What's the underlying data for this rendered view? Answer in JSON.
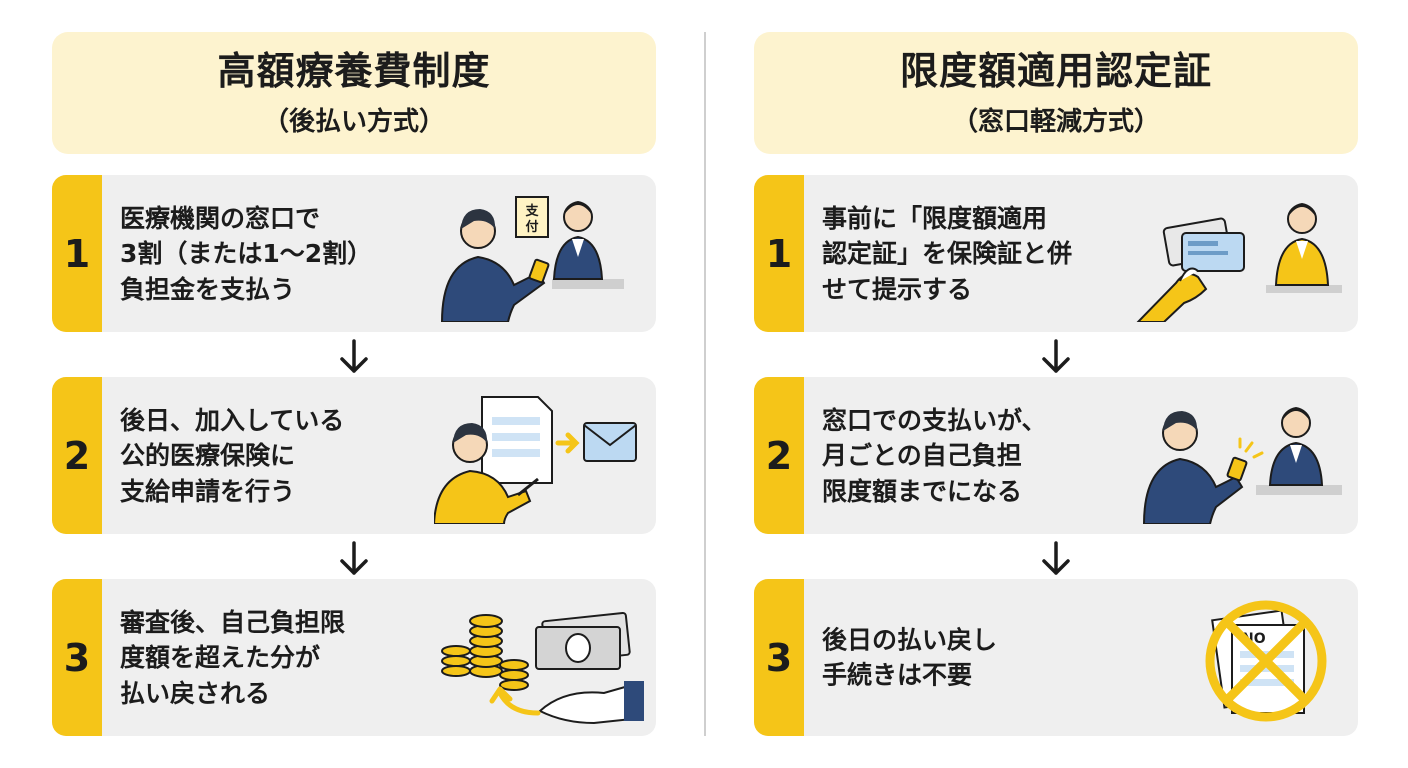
{
  "left": {
    "title": "高額療養費制度",
    "subtitle": "（後払い方式）",
    "steps": [
      {
        "number": "1",
        "lines": [
          "医療機関の窓口で",
          "3割（または1〜2割）",
          "負担金を支払う"
        ],
        "sign": "支付"
      },
      {
        "number": "2",
        "lines": [
          "後日、加入している",
          "公的医療保険に",
          "支給申請を行う"
        ]
      },
      {
        "number": "3",
        "lines": [
          "審査後、自己負担限",
          "度額を超えた分が",
          "払い戻される"
        ]
      }
    ]
  },
  "right": {
    "title": "限度額適用認定証",
    "subtitle": "（窓口軽減方式）",
    "steps": [
      {
        "number": "1",
        "lines": [
          "事前に「限度額適用",
          "認定証」を保険証と併",
          "せて提示する"
        ]
      },
      {
        "number": "2",
        "lines": [
          "窓口での支払いが、",
          "月ごとの自己負担",
          "限度額までになる"
        ]
      },
      {
        "number": "3",
        "lines": [
          "後日の払い戻し",
          "手続きは不要"
        ],
        "stamp": "NO"
      }
    ]
  },
  "colors": {
    "accent_yellow": "#f5c518",
    "header_bg": "#fdf3cf",
    "card_bg": "#efefef",
    "navy": "#2e4a7a",
    "text": "#1c1c1c"
  },
  "icons": [
    "arrow-down-icon",
    "payment-counter-icon",
    "application-letter-icon",
    "refund-money-icon",
    "show-card-icon",
    "reduced-payment-icon",
    "no-procedure-icon"
  ]
}
